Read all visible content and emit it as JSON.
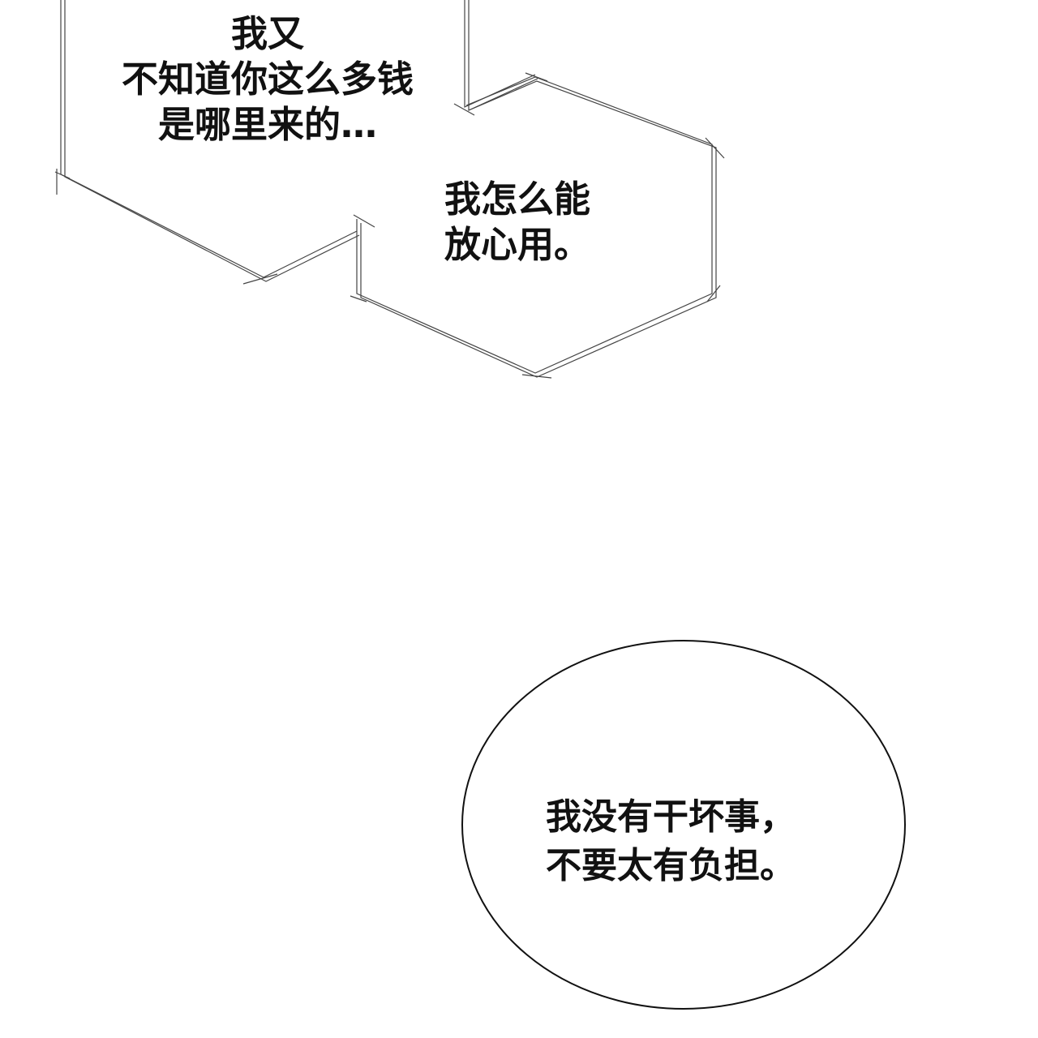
{
  "panel": {
    "background": "#ffffff",
    "ink": "#111111",
    "bubbles": [
      {
        "shape": "hexagon",
        "style": "sketchy-double-line",
        "lines": [
          "我又",
          "不知道你这么多钱",
          "是哪里来的…"
        ]
      },
      {
        "shape": "hexagon",
        "style": "sketchy-double-line",
        "lines": [
          "我怎么能",
          "放心用。"
        ]
      },
      {
        "shape": "ellipse",
        "style": "solid-line",
        "lines": [
          "我没有干坏事，",
          "不要太有负担。"
        ]
      }
    ]
  }
}
